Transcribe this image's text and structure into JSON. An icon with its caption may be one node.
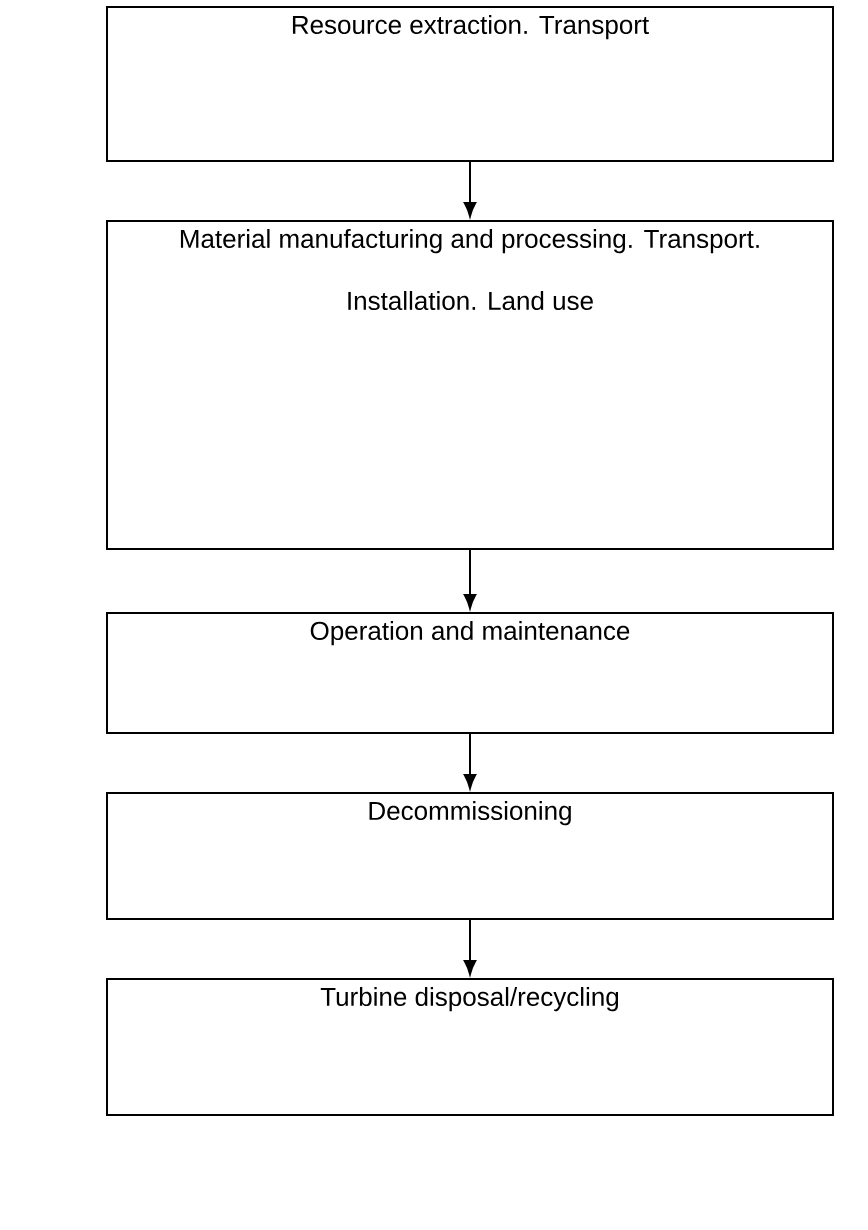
{
  "diagram": {
    "nodes": [
      {
        "text": [
          "Resource extraction. Transport"
        ]
      },
      {
        "text": [
          "Material manufacturing and processing. Transport. Installation. Land use"
        ]
      },
      {
        "text": [
          "Operation and maintenance"
        ]
      },
      {
        "text": [
          "Decommissioning"
        ]
      },
      {
        "text": [
          "Turbine disposal/recycling"
        ]
      }
    ],
    "edges": [
      {
        "from": 0,
        "to": 1,
        "arrow": "to"
      },
      {
        "from": 1,
        "to": 2,
        "arrow": "to"
      },
      {
        "from": 2,
        "to": 3,
        "arrow": "to"
      },
      {
        "from": 3,
        "to": 4,
        "arrow": "to"
      }
    ]
  }
}
